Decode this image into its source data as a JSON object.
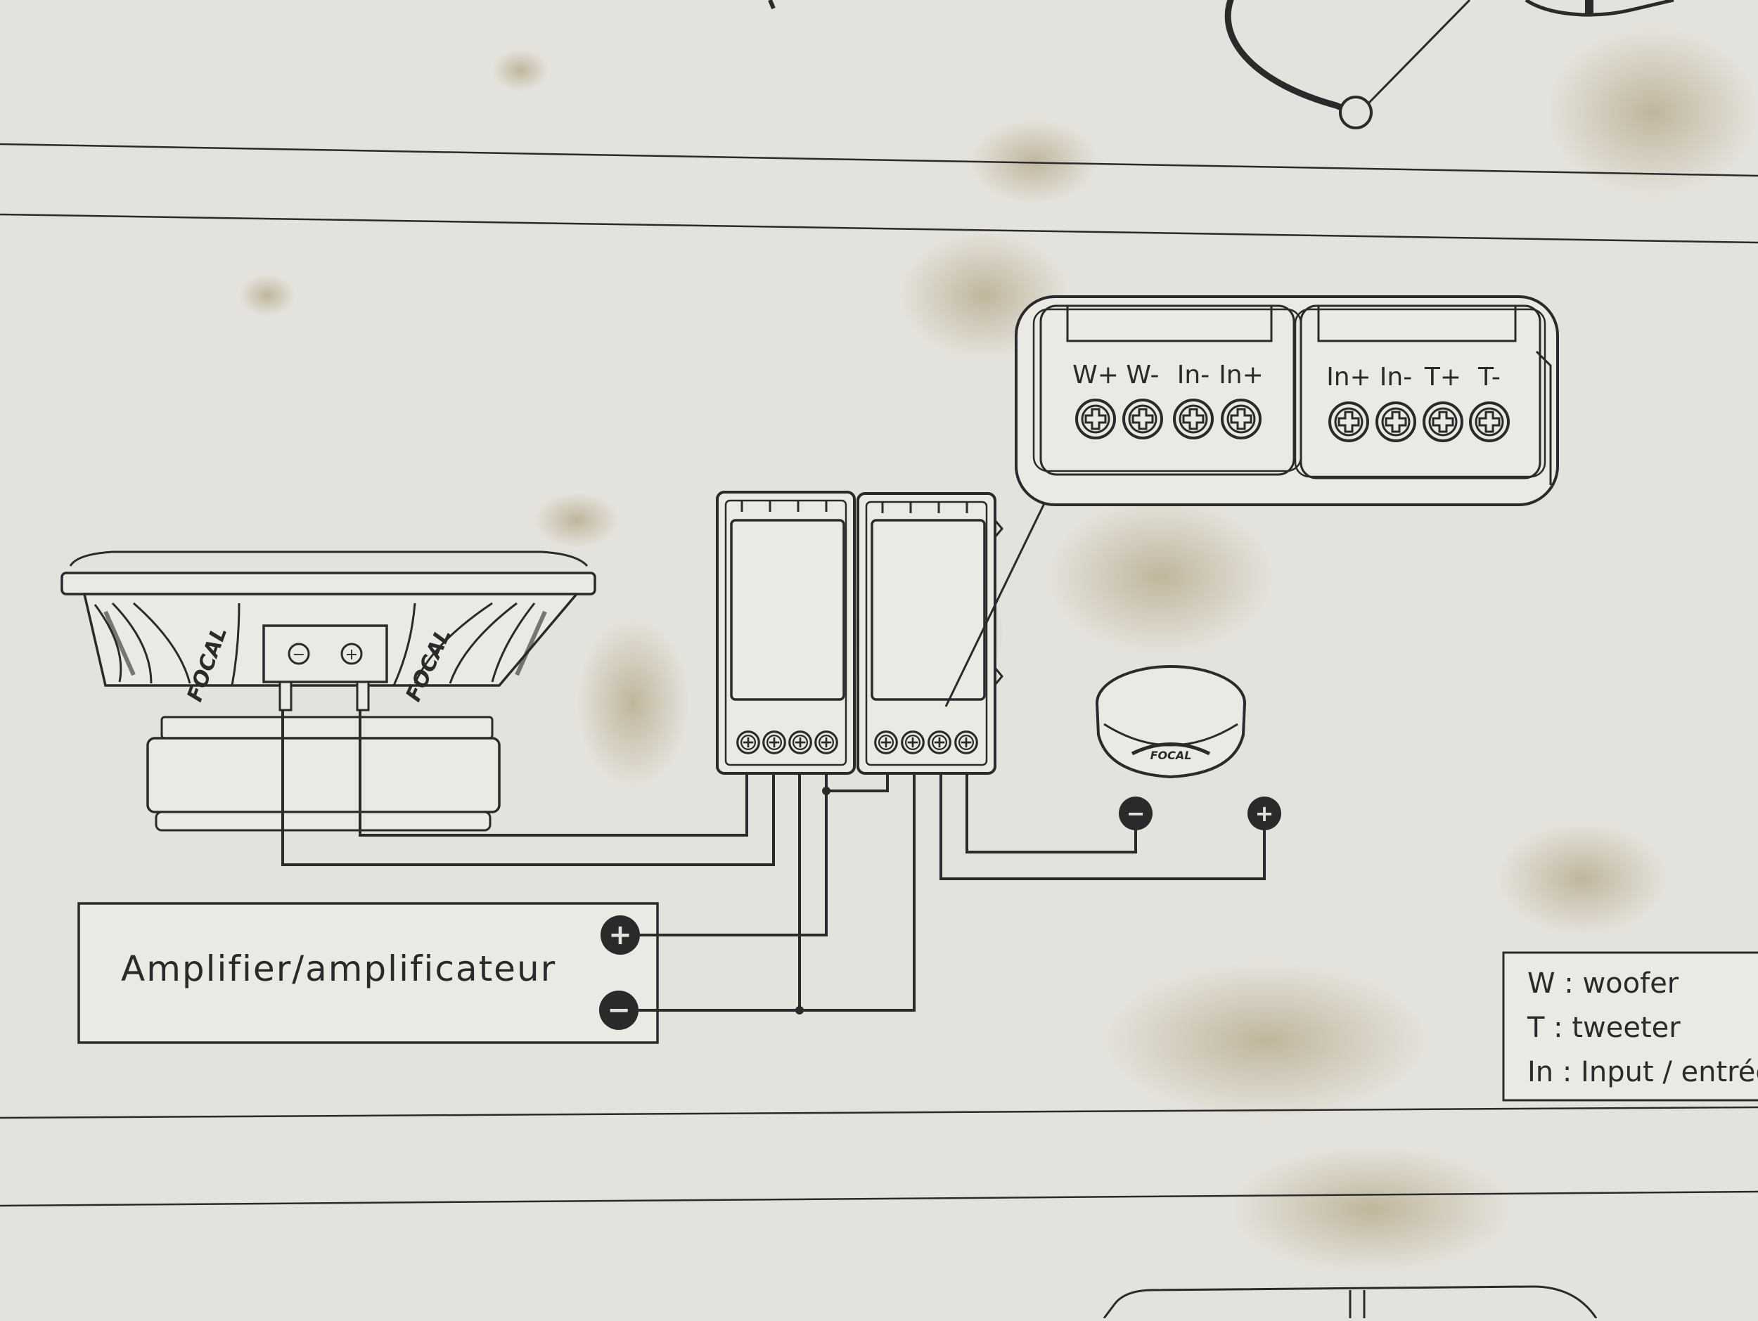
{
  "colors": {
    "paper": "#e4e2dc",
    "ink": "#2a2a2a",
    "stain": "#9b8a5c"
  },
  "amplifier": {
    "label": "Amplifier/amplificateur",
    "plus": "+",
    "minus": "−"
  },
  "terminal_detail": {
    "woofer_side": [
      "W+",
      "W-",
      "In-",
      "In+"
    ],
    "tweeter_side": [
      "In+",
      "In-",
      "T+",
      "T-"
    ]
  },
  "woofer": {
    "brand_left": "FOCAL",
    "brand_right": "FOCAL",
    "terminal_minus": "−",
    "terminal_plus": "+"
  },
  "tweeter": {
    "brand": "FOCAL",
    "terminal_minus": "−",
    "terminal_plus": "+"
  },
  "legend": {
    "items": [
      "W : woofer",
      "T : tweeter",
      "In : Input / entrée"
    ]
  }
}
